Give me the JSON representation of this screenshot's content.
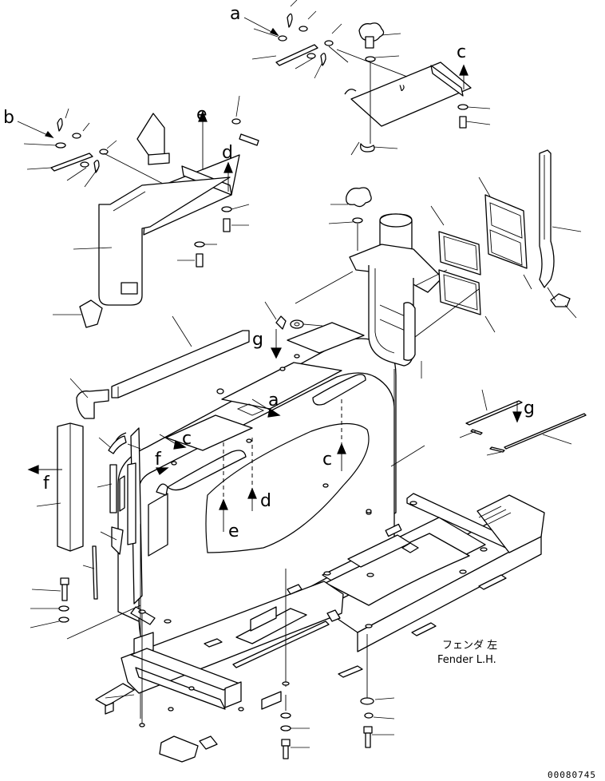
{
  "labels": {
    "a": "a",
    "b": "b",
    "c": "c",
    "d": "d",
    "e": "e",
    "f": "f",
    "g": "g"
  },
  "note": {
    "jp": "フェンダ 左",
    "en": "Fender L.H."
  },
  "doc_id": "00080745"
}
